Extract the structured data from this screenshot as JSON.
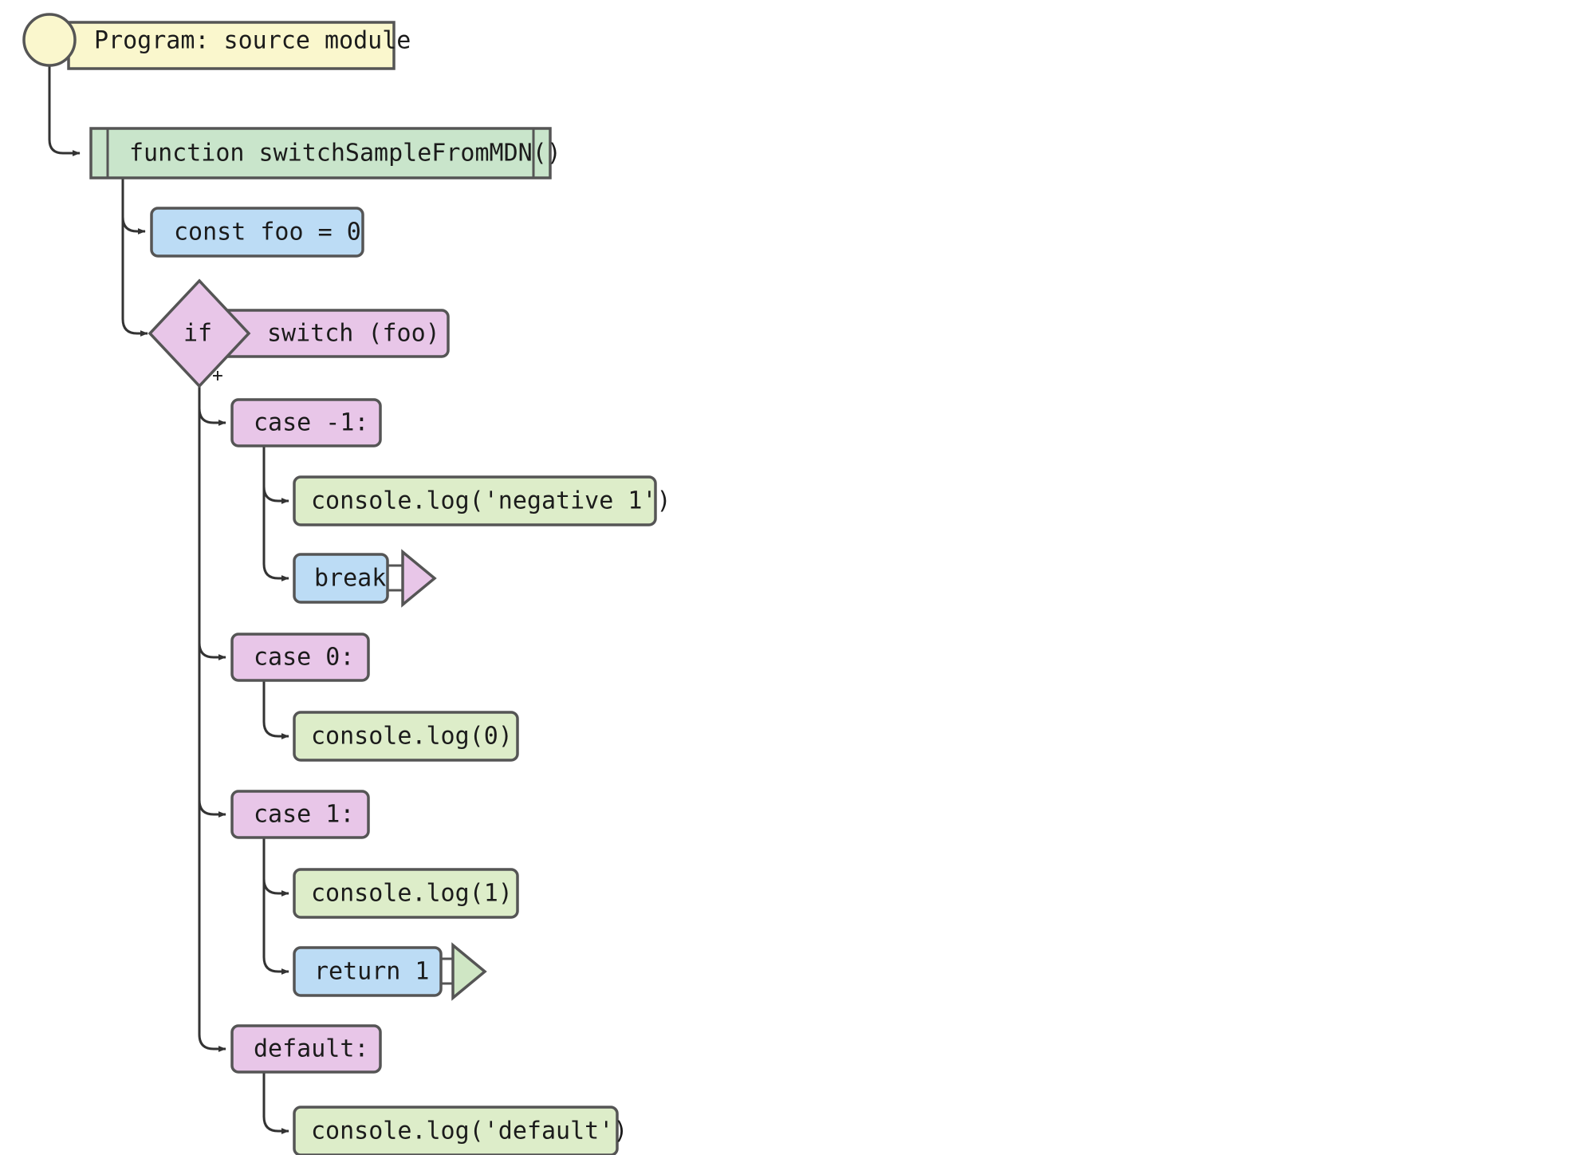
{
  "diagram": {
    "title": "JavaScript switch statement control-flow graph",
    "background": "#ffffff",
    "edge_color": "#333333",
    "stroke_color": "#555555",
    "text_color": "#1b1b1b",
    "palette": {
      "entry_yellow": "#faf7cd",
      "function_green": "#c9e5cb",
      "statement_blue": "#bcdcf5",
      "case_purple": "#e8c6e8",
      "call_green": "#ddedc9",
      "exit_green": "#cfe6c4"
    }
  },
  "nodes": {
    "program": {
      "label": "Program: source module",
      "shape": "entry-capsule",
      "fill": "entry_yellow"
    },
    "function": {
      "label": "function switchSampleFromMDN()",
      "shape": "subroutine",
      "fill": "function_green"
    },
    "const_foo": {
      "label": "const foo = 0",
      "shape": "rounded-rect",
      "fill": "statement_blue"
    },
    "if_diamond": {
      "label": "if",
      "shape": "diamond",
      "fill": "case_purple"
    },
    "switch_foo": {
      "label": "switch (foo)",
      "shape": "rounded-rect",
      "fill": "case_purple"
    },
    "case_neg1": {
      "label": "case -1:",
      "shape": "rounded-rect",
      "fill": "case_purple"
    },
    "log_negative_1": {
      "label": "console.log('negative 1')",
      "shape": "rounded-rect",
      "fill": "call_green"
    },
    "break": {
      "label": "break",
      "shape": "rounded-rect-with-marker",
      "fill": "statement_blue",
      "marker_fill": "case_purple"
    },
    "case_0": {
      "label": "case 0:",
      "shape": "rounded-rect",
      "fill": "case_purple"
    },
    "log_0": {
      "label": "console.log(0)",
      "shape": "rounded-rect",
      "fill": "call_green"
    },
    "case_1": {
      "label": "case 1:",
      "shape": "rounded-rect",
      "fill": "case_purple"
    },
    "log_1": {
      "label": "console.log(1)",
      "shape": "rounded-rect",
      "fill": "call_green"
    },
    "return_1": {
      "label": "return 1",
      "shape": "rounded-rect-with-marker",
      "fill": "statement_blue",
      "marker_fill": "exit_green"
    },
    "default": {
      "label": "default:",
      "shape": "rounded-rect",
      "fill": "case_purple"
    },
    "log_default": {
      "label": "console.log('default')",
      "shape": "rounded-rect",
      "fill": "call_green"
    }
  },
  "edges": [
    {
      "from": "program",
      "to": "function",
      "label": ""
    },
    {
      "from": "function",
      "to": "const_foo",
      "label": ""
    },
    {
      "from": "function",
      "to": "if_diamond",
      "label": ""
    },
    {
      "from": "if_diamond",
      "to": "case_neg1",
      "label": "+"
    },
    {
      "from": "case_neg1",
      "to": "log_negative_1",
      "label": ""
    },
    {
      "from": "case_neg1",
      "to": "break",
      "label": ""
    },
    {
      "from": "if_diamond",
      "to": "case_0",
      "label": ""
    },
    {
      "from": "case_0",
      "to": "log_0",
      "label": ""
    },
    {
      "from": "if_diamond",
      "to": "case_1",
      "label": ""
    },
    {
      "from": "case_1",
      "to": "log_1",
      "label": ""
    },
    {
      "from": "case_1",
      "to": "return_1",
      "label": ""
    },
    {
      "from": "if_diamond",
      "to": "default",
      "label": ""
    },
    {
      "from": "default",
      "to": "log_default",
      "label": ""
    }
  ],
  "edge_labels": {
    "switch_branch": "+"
  }
}
